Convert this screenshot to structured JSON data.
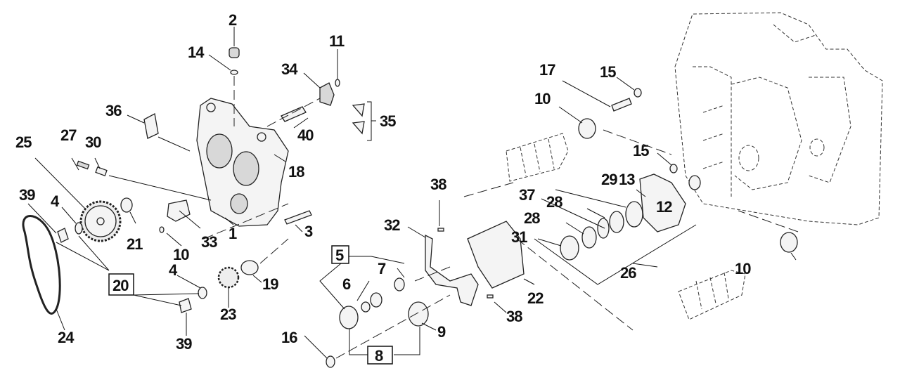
{
  "diagram": {
    "type": "exploded-parts-view",
    "callouts": [
      {
        "id": "c2",
        "label": "2"
      },
      {
        "id": "c14",
        "label": "14"
      },
      {
        "id": "c11",
        "label": "11"
      },
      {
        "id": "c34",
        "label": "34"
      },
      {
        "id": "c36",
        "label": "36"
      },
      {
        "id": "c40",
        "label": "40"
      },
      {
        "id": "c35",
        "label": "35"
      },
      {
        "id": "c27",
        "label": "27"
      },
      {
        "id": "c30",
        "label": "30"
      },
      {
        "id": "c25",
        "label": "25"
      },
      {
        "id": "c18",
        "label": "18"
      },
      {
        "id": "c39a",
        "label": "39"
      },
      {
        "id": "c4a",
        "label": "4"
      },
      {
        "id": "c21",
        "label": "21"
      },
      {
        "id": "c10a",
        "label": "10"
      },
      {
        "id": "c33",
        "label": "33"
      },
      {
        "id": "c1",
        "label": "1"
      },
      {
        "id": "c3",
        "label": "3"
      },
      {
        "id": "c20",
        "label": "20"
      },
      {
        "id": "c4b",
        "label": "4"
      },
      {
        "id": "c19",
        "label": "19"
      },
      {
        "id": "c23",
        "label": "23"
      },
      {
        "id": "c24",
        "label": "24"
      },
      {
        "id": "c39b",
        "label": "39"
      },
      {
        "id": "c5",
        "label": "5"
      },
      {
        "id": "c7",
        "label": "7"
      },
      {
        "id": "c6",
        "label": "6"
      },
      {
        "id": "c8",
        "label": "8"
      },
      {
        "id": "c9",
        "label": "9"
      },
      {
        "id": "c16",
        "label": "16"
      },
      {
        "id": "c38a",
        "label": "38"
      },
      {
        "id": "c32",
        "label": "32"
      },
      {
        "id": "c22",
        "label": "22"
      },
      {
        "id": "c38b",
        "label": "38"
      },
      {
        "id": "c17",
        "label": "17"
      },
      {
        "id": "c15a",
        "label": "15"
      },
      {
        "id": "c10b",
        "label": "10"
      },
      {
        "id": "c15b",
        "label": "15"
      },
      {
        "id": "c29",
        "label": "29"
      },
      {
        "id": "c13",
        "label": "13"
      },
      {
        "id": "c37",
        "label": "37"
      },
      {
        "id": "c28a",
        "label": "28"
      },
      {
        "id": "c28b",
        "label": "28"
      },
      {
        "id": "c31",
        "label": "31"
      },
      {
        "id": "c12",
        "label": "12"
      },
      {
        "id": "c26",
        "label": "26"
      },
      {
        "id": "c10c",
        "label": "10"
      }
    ],
    "boxed_callouts": [
      "20",
      "5",
      "8"
    ]
  }
}
